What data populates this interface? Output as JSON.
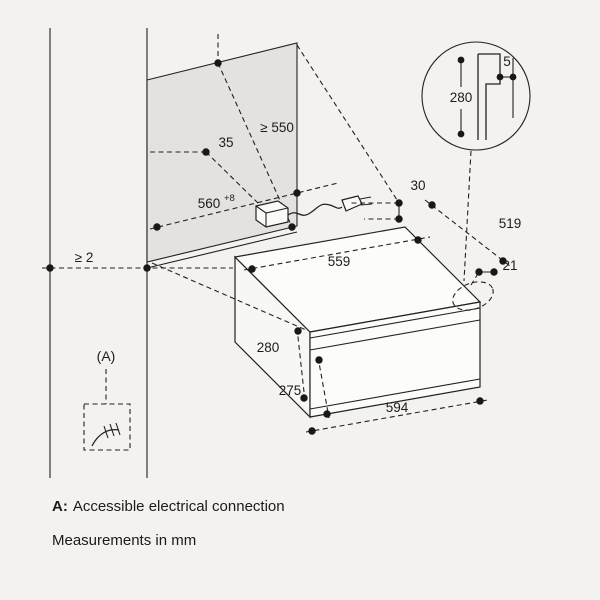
{
  "colors": {
    "background": "#f3f2f0",
    "line": "#23221f",
    "niche_panel": "#e3e2df"
  },
  "dimensions": {
    "niche_height": "≥ 550",
    "socket_offset": "35",
    "niche_width": "560",
    "niche_width_tol": "+8",
    "side_gap": "≥ 2",
    "top_clearance": "30",
    "appliance_depth": "519",
    "appliance_width_top": "559",
    "corner_overhang": "21",
    "niche_height_front": "280",
    "front_height": "275",
    "front_width": "594"
  },
  "detail": {
    "height": "280",
    "gap": "5"
  },
  "callout": {
    "label": "(A)"
  },
  "icons": {
    "socket": "power-socket-icon",
    "plug": "mains-plug-icon",
    "connection_symbol": "electrical-connection-icon"
  },
  "notes": {
    "a_prefix": "A:",
    "a_text": "Accessible electrical connection",
    "units": "Measurements in mm"
  }
}
